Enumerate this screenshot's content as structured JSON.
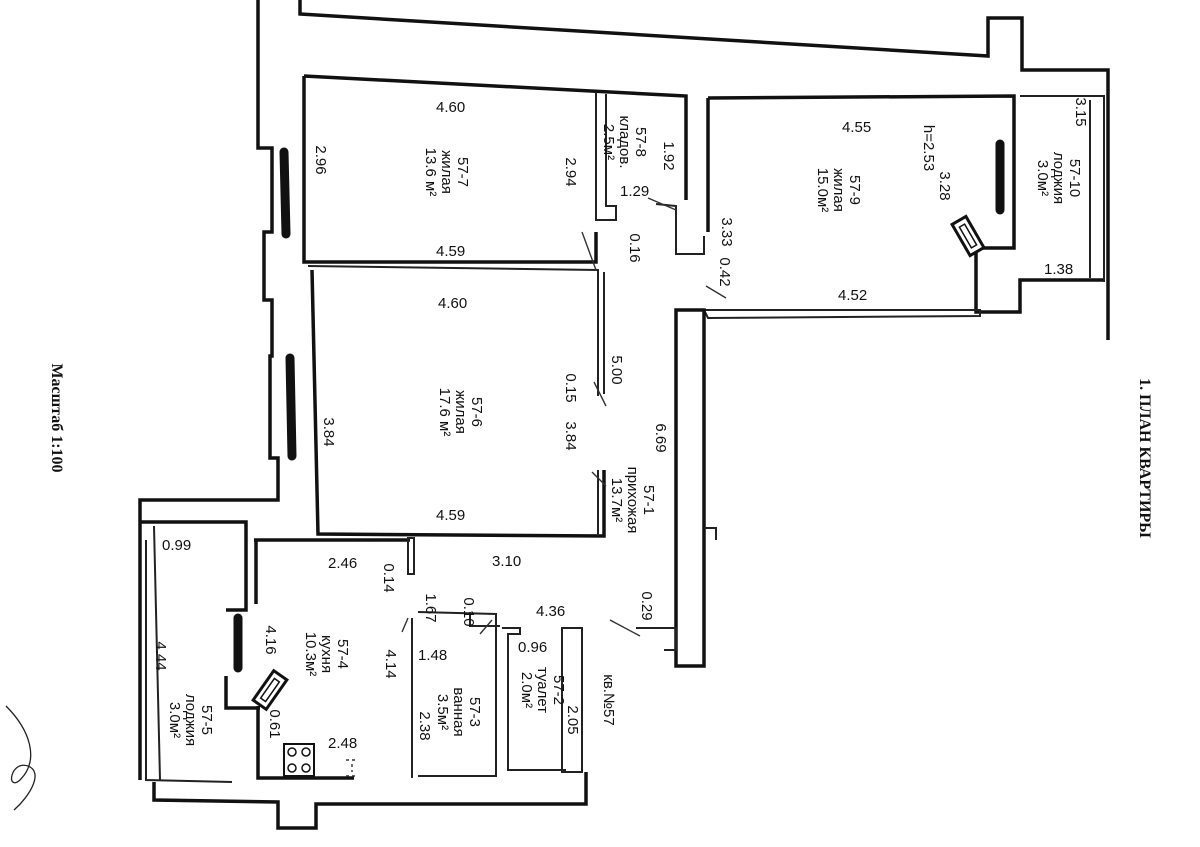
{
  "title": "1. ПЛАН КВАРТИРЫ",
  "scale": "Масштаб 1:100",
  "apartment": "кв.№57",
  "ceiling_height": "h=2.53",
  "rooms": [
    {
      "id": "57-1",
      "name": "прихожая",
      "area": "13.7м²"
    },
    {
      "id": "57-2",
      "name": "туалет",
      "area": "2.0м²"
    },
    {
      "id": "57-3",
      "name": "ванная",
      "area": "3.5м²"
    },
    {
      "id": "57-4",
      "name": "кухня",
      "area": "10.3м²"
    },
    {
      "id": "57-5",
      "name": "лоджия",
      "area": "3.0м²"
    },
    {
      "id": "57-6",
      "name": "жилая",
      "area": "17.6 м²"
    },
    {
      "id": "57-7",
      "name": "жилая",
      "area": "13.6 м²"
    },
    {
      "id": "57-8",
      "name": "кладов.",
      "area": "2.5м²"
    },
    {
      "id": "57-9",
      "name": "жилая",
      "area": "15.0м²"
    },
    {
      "id": "57-10",
      "name": "лоджия",
      "area": "3.0м²"
    }
  ],
  "dims": {
    "d_4_60_a": "4.60",
    "d_4_59_a": "4.59",
    "d_2_96": "2.96",
    "d_2_94": "2.94",
    "d_1_92": "1.92",
    "d_1_29": "1.29",
    "d_0_16": "0.16",
    "d_4_55": "4.55",
    "d_3_33": "3.33",
    "d_3_28": "3.28",
    "d_3_15": "3.15",
    "d_0_42": "0.42",
    "d_1_38": "1.38",
    "d_4_52": "4.52",
    "d_4_60_b": "4.60",
    "d_5_00": "5.00",
    "d_0_15": "0.15",
    "d_3_84_a": "3.84",
    "d_3_84_b": "3.84",
    "d_6_69": "6.69",
    "d_4_59_b": "4.59",
    "d_0_99": "0.99",
    "d_2_46": "2.46",
    "d_0_14": "0.14",
    "d_3_10": "3.10",
    "d_1_67": "1.67",
    "d_0_10": "0.10",
    "d_4_36": "4.36",
    "d_0_29": "0.29",
    "d_4_16": "4.16",
    "d_4_14": "4.14",
    "d_1_48": "1.48",
    "d_0_96": "0.96",
    "d_2_05": "2.05",
    "d_2_38": "2.38",
    "d_4_44": "4.44",
    "d_0_61": "0.61",
    "d_2_48": "2.48"
  },
  "colors": {
    "ink": "#111111",
    "paper": "#ffffff"
  }
}
